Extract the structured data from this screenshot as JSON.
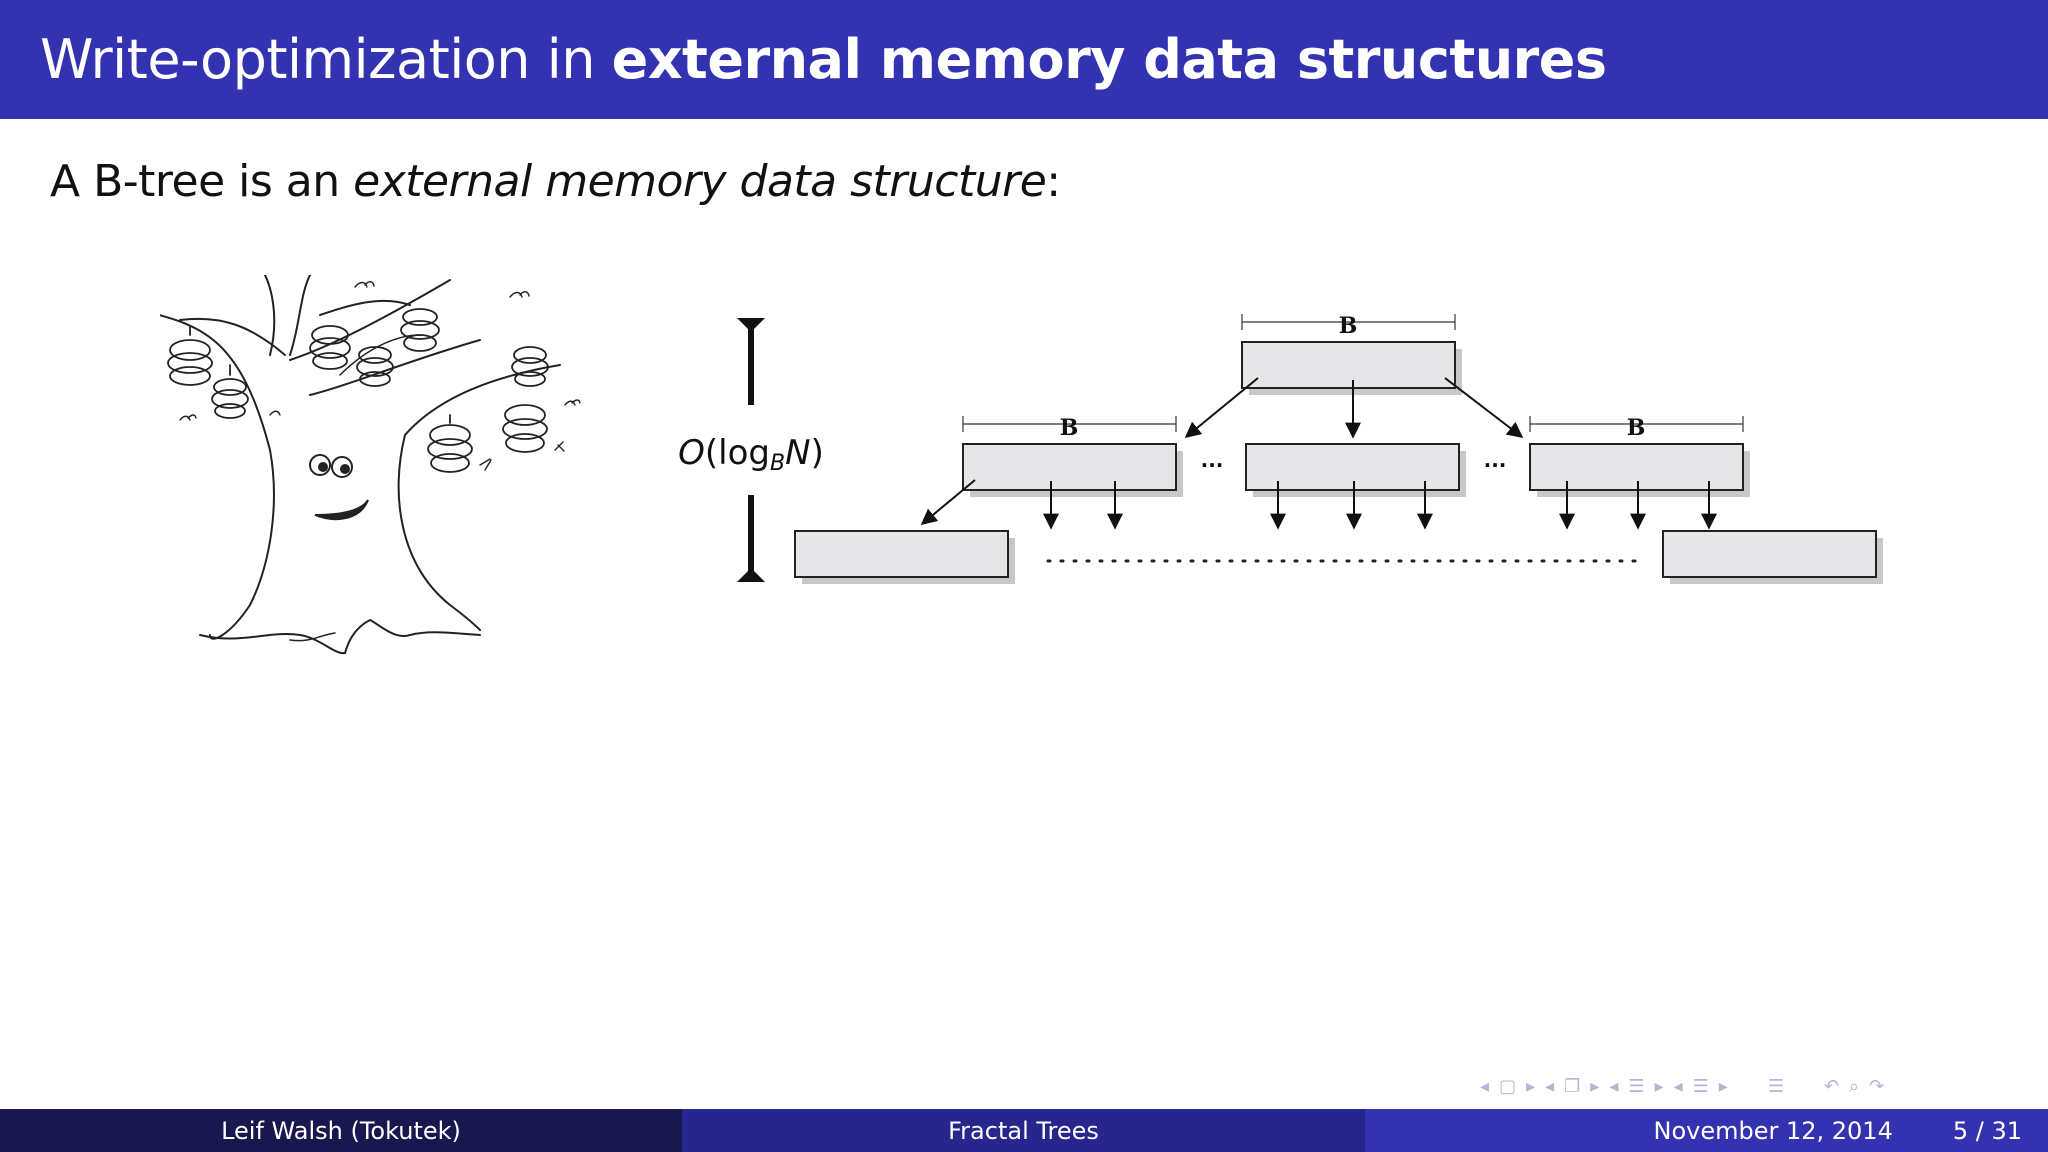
{
  "slide": {
    "title_regular": "Write-optimization in ",
    "title_bold": "external memory data structures",
    "lead_prefix": "A B-tree is an ",
    "lead_italic": "external memory data structure",
    "lead_suffix": ":"
  },
  "diagram": {
    "height_label_o": "O",
    "height_label_open": "(log",
    "height_label_sub": "B",
    "height_label_n": "N",
    "height_label_close": ")",
    "block_label": "B",
    "ellipsis": "···"
  },
  "footer": {
    "author": "Leif Walsh  (Tokutek)",
    "talk_title": "Fractal Trees",
    "date": "November 12, 2014",
    "page": "5 / 31"
  },
  "colors": {
    "title_bar": "#3333b2",
    "footer_left": "#18184f",
    "footer_mid": "#26268d",
    "footer_right": "#3333b2",
    "node_fill": "#e6e6e8"
  },
  "icons": [
    "nav-prev-icon",
    "frame-icon",
    "nav-next-icon",
    "nav-prev-icon",
    "subsection-icon",
    "nav-next-icon",
    "nav-prev-icon",
    "section-icon",
    "nav-next-icon",
    "nav-prev-icon",
    "toc-icon",
    "nav-next-icon",
    "outline-icon",
    "undo-icon",
    "search-icon",
    "redo-icon"
  ]
}
